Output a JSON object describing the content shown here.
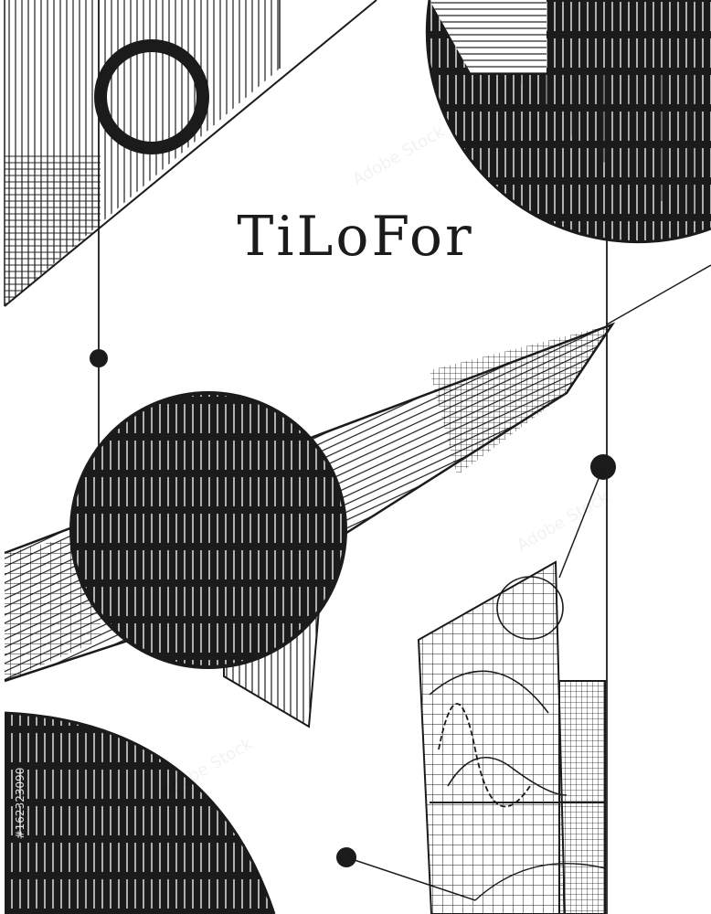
{
  "poster": {
    "title": "TiLoFor",
    "ink_color": "#1b1b1b",
    "paper_color": "#ffffff"
  },
  "watermark": {
    "text": "Adobe Stock",
    "id": "#162323090"
  }
}
